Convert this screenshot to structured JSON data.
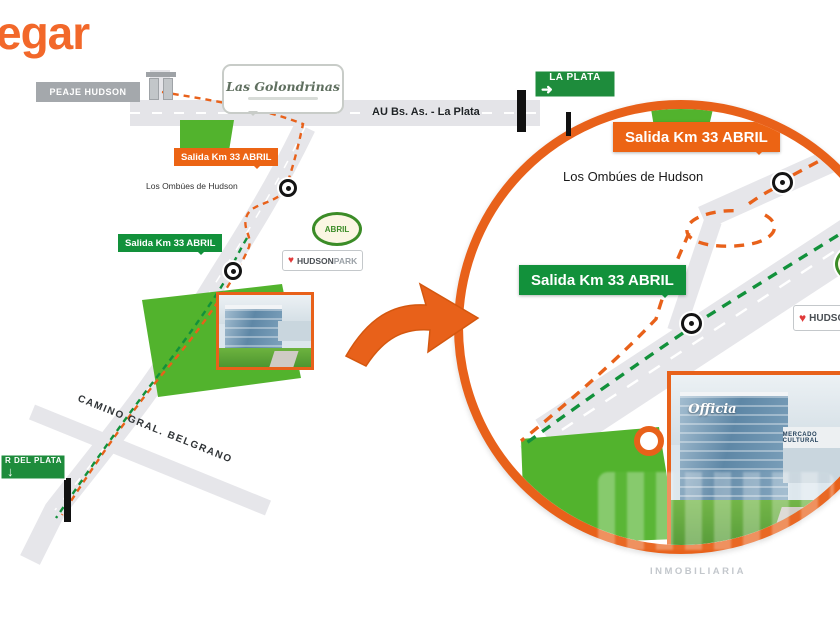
{
  "title": {
    "fragment": "egar"
  },
  "colors": {
    "accent_orange": "#E8611A",
    "sign_green": "#1E8C3C",
    "route_green": "#12913B",
    "field_green": "#52B32D",
    "road_gray": "#E4E4E8"
  },
  "labels": {
    "highway": "AU Bs. As. - La Plata",
    "ombues": "Los Ombúes de Hudson",
    "camino": "CAMINO GRAL. BELGRANO"
  },
  "signs": {
    "peaje": "PEAJE HUDSON",
    "la_plata": "LA PLATA",
    "mar_partial": "R DEL PLATA"
  },
  "icons": {
    "right_arrow": "➜",
    "down_arrow": "↓",
    "heart": "♥"
  },
  "callouts": {
    "salida": "Salida Km 33 ABRIL",
    "golondrinas": "Las Golondrinas",
    "abril": "ABRIL"
  },
  "brand": {
    "hudson": "HUDSON",
    "park": "PARK"
  },
  "photo": {
    "band": "MERCADO CULTURAL",
    "script": "Officia"
  },
  "watermark": {
    "line": "INMOBILIARIA"
  }
}
